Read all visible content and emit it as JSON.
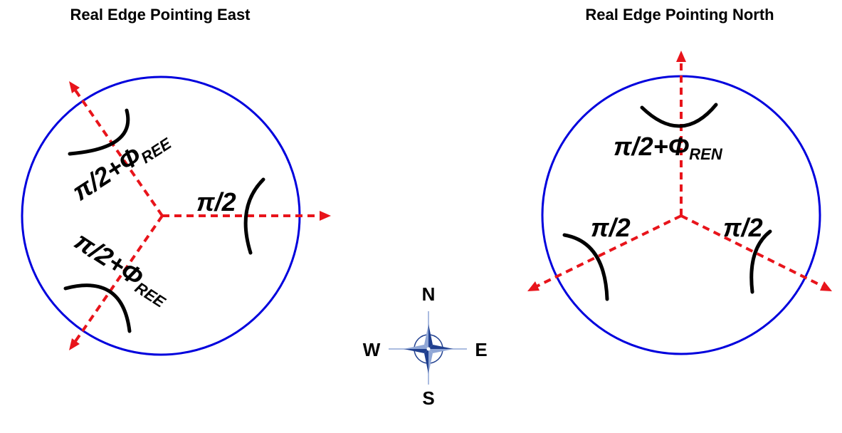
{
  "panels": {
    "east": {
      "title": "Real Edge Pointing East",
      "label_pi2": "π/2",
      "label_top_main": "π/2+Φ",
      "label_top_sub": "REE",
      "label_bottom_main": "π/2+Φ",
      "label_bottom_sub": "REE"
    },
    "north": {
      "title": "Real Edge Pointing North",
      "label_top_main": "π/2+Φ",
      "label_top_sub": "REN",
      "label_left": "π/2",
      "label_right": "π/2"
    }
  },
  "compass": {
    "north": "N",
    "south": "S",
    "east": "E",
    "west": "W"
  },
  "colors": {
    "circle": "#0000dd",
    "rays": "#e8141b",
    "arcs": "#000000",
    "compass_blue": "#1f3f8f",
    "compass_light": "#8fa6d6"
  }
}
